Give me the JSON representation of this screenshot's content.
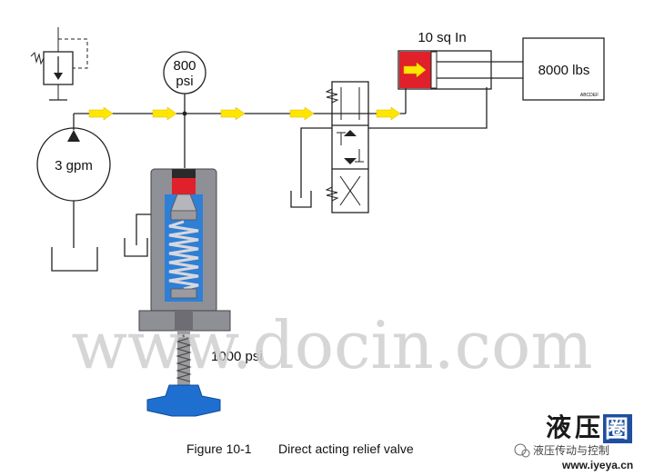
{
  "diagram": {
    "pump_label": "3 gpm",
    "gauge_value": "800",
    "gauge_unit": "psi",
    "cylinder_area_label": "10 sq In",
    "load_label": "8000 lbs",
    "load_tag": "ABCDEF",
    "relief_setting_label": "1000 psi",
    "caption_number": "Figure 10-1",
    "caption_title": "Direct acting relief valve"
  },
  "watermark": {
    "text": "www.docin.com"
  },
  "logo": {
    "chars": [
      "液",
      "压",
      "圈"
    ],
    "subtitle": "液压传动与控制",
    "url": "www.iyeya.cn"
  },
  "colors": {
    "flow_arrow": "#ffe600",
    "fluid": "#2f7fd6",
    "pressure_chamber": "#e0202a",
    "valve_body": "#8f8f96",
    "knob": "#1f6fd1"
  }
}
